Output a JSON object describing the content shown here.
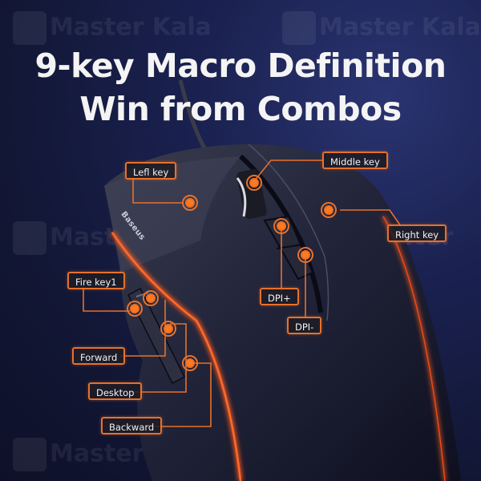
{
  "title": {
    "line1": "9-key Macro Definition",
    "line2": "Win from Combos"
  },
  "product": {
    "brand_logo": "Baseus"
  },
  "watermark": {
    "text": "Master Kala"
  },
  "callouts": [
    {
      "id": "left-key",
      "label": "Lefl key"
    },
    {
      "id": "middle-key",
      "label": "Middle key"
    },
    {
      "id": "right-key",
      "label": "Right key"
    },
    {
      "id": "fire-key1",
      "label": "Fire key1"
    },
    {
      "id": "dpi-plus",
      "label": "DPI+"
    },
    {
      "id": "dpi-minus",
      "label": "DPI-"
    },
    {
      "id": "forward",
      "label": "Forward"
    },
    {
      "id": "desktop",
      "label": "Desktop"
    },
    {
      "id": "backward",
      "label": "Backward"
    }
  ],
  "colors": {
    "accent": "#e8702a",
    "background": "#151a3c",
    "title": "#f4f4f4"
  }
}
